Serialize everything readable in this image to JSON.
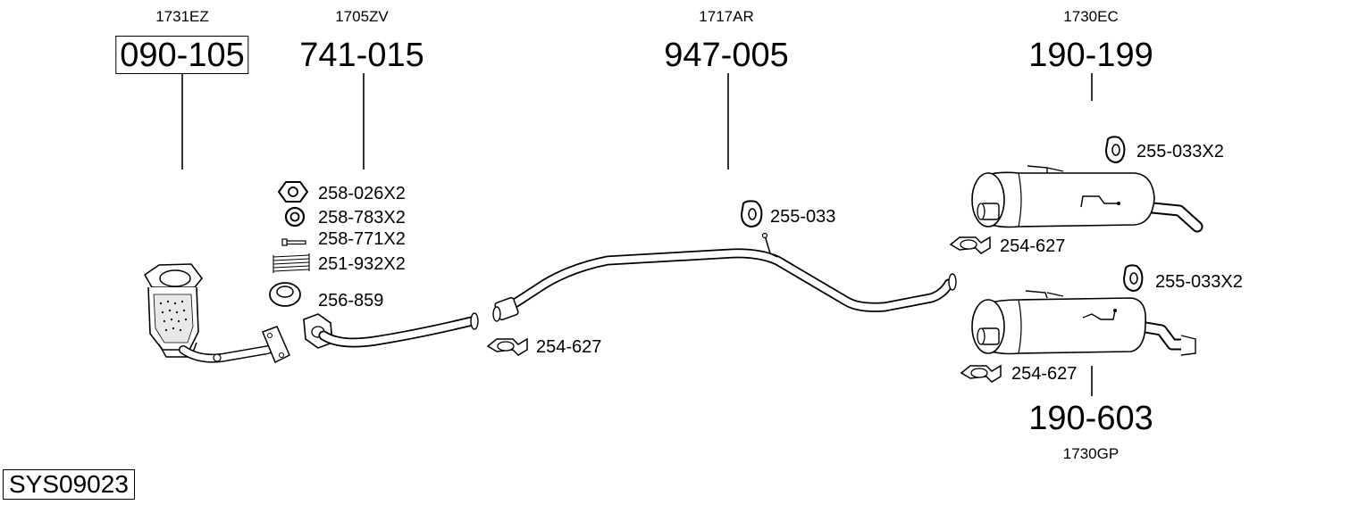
{
  "system_code": "SYS09023",
  "main_parts": [
    {
      "oem": "1731EZ",
      "part_number": "090-105",
      "boxed": true
    },
    {
      "oem": "1705ZV",
      "part_number": "741-015",
      "boxed": false
    },
    {
      "oem": "1717AR",
      "part_number": "947-005",
      "boxed": false
    },
    {
      "oem": "1730EC",
      "part_number": "190-199",
      "boxed": false
    },
    {
      "oem": "1730GP",
      "part_number": "190-603",
      "boxed": false
    }
  ],
  "accessories": [
    {
      "label": "258-026X2",
      "icon": "nut-icon"
    },
    {
      "label": "258-783X2",
      "icon": "washer-icon"
    },
    {
      "label": "258-771X2",
      "icon": "bolt-icon"
    },
    {
      "label": "251-932X2",
      "icon": "spring-icon"
    },
    {
      "label": "256-859",
      "icon": "gasket-ring-icon"
    },
    {
      "label": "254-627",
      "icon": "clamp-icon"
    },
    {
      "label": "255-033",
      "icon": "rubber-hanger-icon"
    },
    {
      "label": "255-033X2",
      "icon": "rubber-hanger-icon"
    },
    {
      "label": "254-627",
      "icon": "clamp-icon"
    },
    {
      "label": "255-033X2",
      "icon": "rubber-hanger-icon"
    },
    {
      "label": "254-627",
      "icon": "clamp-icon"
    }
  ]
}
